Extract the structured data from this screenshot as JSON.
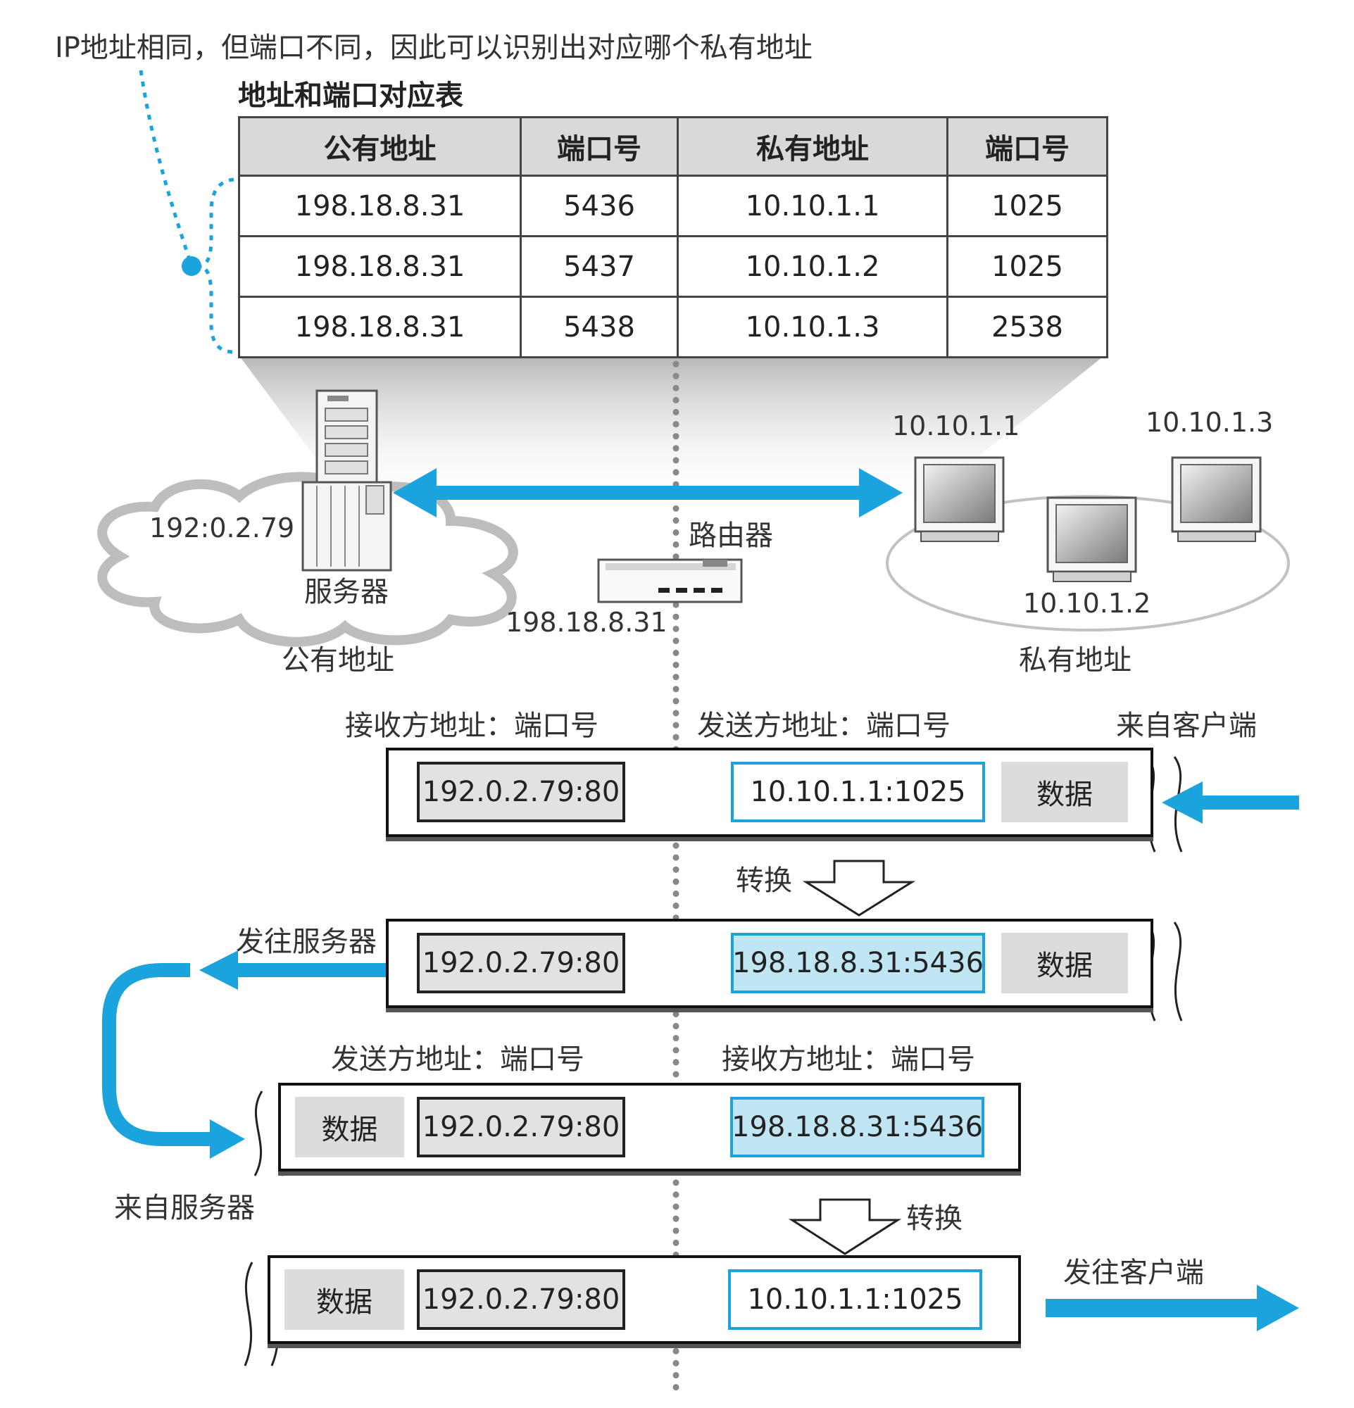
{
  "callout_note": "IP地址相同，但端口不同，因此可以识别出对应哪个私有地址",
  "table": {
    "title": "地址和端口对应表",
    "headers": [
      "公有地址",
      "端口号",
      "私有地址",
      "端口号"
    ],
    "rows": [
      [
        "198.18.8.31",
        "5436",
        "10.10.1.1",
        "1025"
      ],
      [
        "198.18.8.31",
        "5437",
        "10.10.1.2",
        "1025"
      ],
      [
        "198.18.8.31",
        "5438",
        "10.10.1.3",
        "2538"
      ]
    ]
  },
  "server": {
    "ip": "192:0.2.79",
    "label": "服务器",
    "zone": "公有地址"
  },
  "router": {
    "label": "路由器",
    "ip": "198.18.8.31"
  },
  "clients": {
    "pc1": "10.10.1.1",
    "pc2": "10.10.1.2",
    "pc3": "10.10.1.3",
    "zone": "私有地址"
  },
  "labels": {
    "recv_addr_port": "接收方地址：端口号",
    "send_addr_port": "发送方地址：端口号",
    "from_client": "来自客户端",
    "convert": "转换",
    "to_server": "发往服务器",
    "from_server": "来自服务器",
    "to_client": "发往客户端"
  },
  "packets": {
    "p1": {
      "dest": "192.0.2.79:80",
      "src": "10.10.1.1:1025",
      "data": "数据"
    },
    "p2": {
      "dest": "192.0.2.79:80",
      "src": "198.18.8.31:5436",
      "data": "数据"
    },
    "p3": {
      "data": "数据",
      "src": "192.0.2.79:80",
      "dest": "198.18.8.31:5436"
    },
    "p4": {
      "data": "数据",
      "src": "192.0.2.79:80",
      "dest": "10.10.1.1:1025"
    }
  },
  "colors": {
    "accent": "#1aa3dc",
    "light_accent": "#bfe6f2",
    "gray": "#dcdcdc"
  }
}
